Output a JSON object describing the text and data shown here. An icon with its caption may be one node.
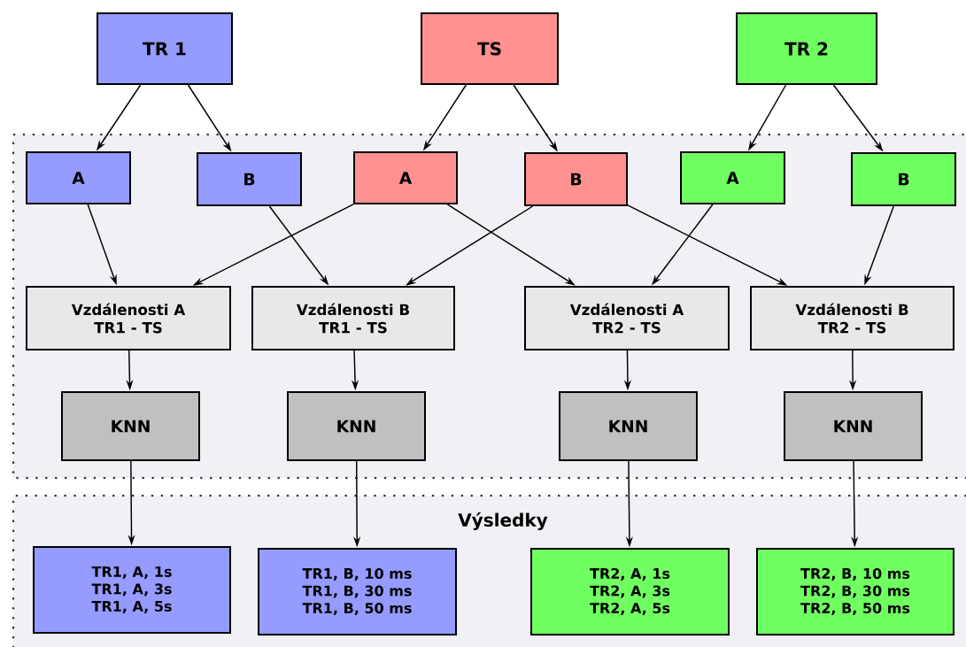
{
  "diagram": {
    "nodes": [
      {
        "text": [
          "TR 1"
        ]
      },
      {
        "text": [
          "TS"
        ]
      },
      {
        "text": [
          "TR 2"
        ]
      },
      {
        "text": [],
        "shape": "band"
      },
      {
        "text": [
          "A"
        ],
        "in": 3
      },
      {
        "text": [
          "B"
        ],
        "in": 3
      },
      {
        "text": [
          "A"
        ],
        "in": 3
      },
      {
        "text": [
          "B"
        ],
        "in": 3
      },
      {
        "text": [
          "A"
        ],
        "in": 3
      },
      {
        "text": [
          "B"
        ],
        "in": 3
      },
      {
        "text": [
          "Vzdálenosti A",
          "TR1 - TS"
        ],
        "in": 3
      },
      {
        "text": [
          "Vzdálenosti B",
          "TR1 - TS"
        ],
        "in": 3
      },
      {
        "text": [
          "Vzdálenosti A",
          "TR2 - TS"
        ],
        "in": 3
      },
      {
        "text": [
          "Vzdálenosti B",
          "TR2 - TS"
        ],
        "in": 3
      },
      {
        "text": [
          "KNN"
        ],
        "in": 3
      },
      {
        "text": [
          "KNN"
        ],
        "in": 3
      },
      {
        "text": [
          "KNN"
        ],
        "in": 3
      },
      {
        "text": [
          "KNN"
        ],
        "in": 3
      },
      {
        "text": [
          "Výsledky"
        ]
      },
      {
        "text": [
          "TR1, A, 1s",
          "TR1, A, 3s",
          "TR1, A, 5s"
        ],
        "in": 18
      },
      {
        "text": [
          "TR1, B, 10 ms",
          "TR1, B, 30 ms",
          "TR1, B, 50 ms"
        ],
        "in": 18
      },
      {
        "text": [
          "TR2, A, 1s",
          "TR2, A, 3s",
          "TR2, A, 5s"
        ],
        "in": 18
      },
      {
        "text": [
          "TR2, B, 10 ms",
          "TR2, B, 30 ms",
          "TR2, B, 50 ms"
        ],
        "in": 18
      }
    ],
    "edges": [
      {
        "from": 0,
        "to": 4,
        "arrow": "to"
      },
      {
        "from": 0,
        "to": 5,
        "arrow": "to"
      },
      {
        "from": 1,
        "to": 6,
        "arrow": "to"
      },
      {
        "from": 1,
        "to": 7,
        "arrow": "to"
      },
      {
        "from": 2,
        "to": 8,
        "arrow": "to"
      },
      {
        "from": 2,
        "to": 9,
        "arrow": "to"
      },
      {
        "from": 4,
        "to": 10,
        "arrow": "to"
      },
      {
        "from": 6,
        "to": 10,
        "arrow": "to"
      },
      {
        "from": 5,
        "to": 11,
        "arrow": "to"
      },
      {
        "from": 7,
        "to": 11,
        "arrow": "to"
      },
      {
        "from": 6,
        "to": 12,
        "arrow": "to"
      },
      {
        "from": 8,
        "to": 12,
        "arrow": "to"
      },
      {
        "from": 7,
        "to": 13,
        "arrow": "to"
      },
      {
        "from": 9,
        "to": 13,
        "arrow": "to"
      },
      {
        "from": 10,
        "to": 14,
        "arrow": "to"
      },
      {
        "from": 11,
        "to": 15,
        "arrow": "to"
      },
      {
        "from": 12,
        "to": 16,
        "arrow": "to"
      },
      {
        "from": 13,
        "to": 17,
        "arrow": "to"
      },
      {
        "from": 14,
        "to": 19,
        "arrow": "to"
      },
      {
        "from": 15,
        "to": 20,
        "arrow": "to"
      },
      {
        "from": 16,
        "to": 21,
        "arrow": "to"
      },
      {
        "from": 17,
        "to": 22,
        "arrow": "to"
      }
    ]
  }
}
